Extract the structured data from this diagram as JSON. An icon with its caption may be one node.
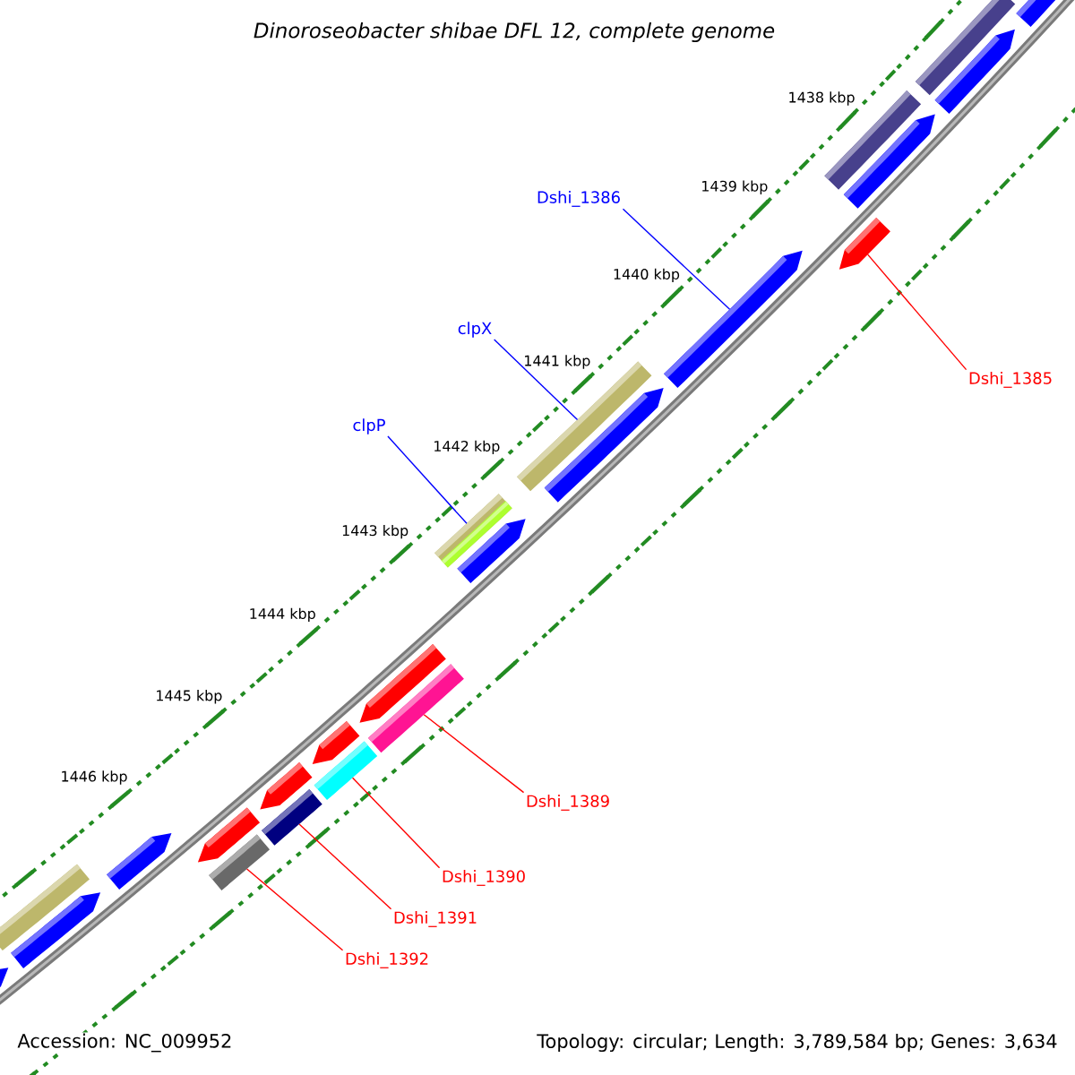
{
  "diagram": {
    "title": "Dinoroseobacter shibae DFL 12, complete genome",
    "nodes": [
      {
        "text": [
          "Dshi_1386"
        ]
      },
      {
        "text": [
          "clpX"
        ]
      },
      {
        "text": [
          "clpP"
        ]
      },
      {
        "text": [
          "Dshi_1385"
        ]
      },
      {
        "text": [
          "Dshi_1389"
        ]
      },
      {
        "text": [
          "Dshi_1390"
        ]
      },
      {
        "text": [
          "Dshi_1391"
        ]
      },
      {
        "text": [
          "Dshi_1392"
        ]
      },
      {
        "text": [],
        "shape": "bar"
      },
      {
        "text": [],
        "shape": "bar"
      },
      {
        "text": [],
        "shape": "bar"
      },
      {
        "text": [],
        "shape": "bar"
      },
      {
        "text": [],
        "shape": "bar"
      },
      {
        "text": [],
        "shape": "bar"
      },
      {
        "text": [],
        "shape": "bar"
      },
      {
        "text": [],
        "shape": "bar"
      }
    ],
    "edges": [
      {
        "from": 0,
        "to": 9,
        "arrow": "none",
        "color": "#0000ff"
      },
      {
        "from": 1,
        "to": 10,
        "arrow": "none",
        "color": "#0000ff"
      },
      {
        "from": 2,
        "to": 11,
        "arrow": "none",
        "color": "#0000ff"
      },
      {
        "from": 3,
        "to": 8,
        "arrow": "none"
      },
      {
        "from": 4,
        "to": 12,
        "arrow": "none"
      },
      {
        "from": 5,
        "to": 13,
        "arrow": "none"
      },
      {
        "from": 6,
        "to": 14,
        "arrow": "none"
      },
      {
        "from": 7,
        "to": 15,
        "arrow": "none"
      }
    ],
    "labels": [
      "1438 kbp",
      "1439 kbp",
      "1440 kbp",
      "1441 kbp",
      "1442 kbp",
      "1443 kbp",
      "1444 kbp",
      "1445 kbp",
      "1446 kbp",
      "Accession: NC_009952",
      "Topology: circular; Length: 3,789,584 bp; Genes: 3,634"
    ]
  }
}
